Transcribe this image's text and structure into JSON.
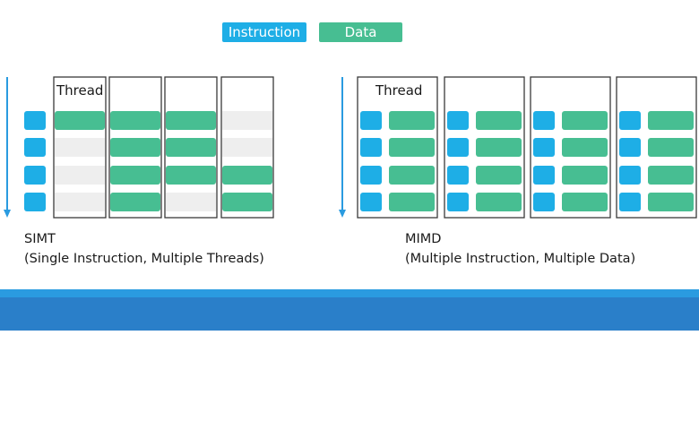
{
  "legend": {
    "instruction_label": "Instruction",
    "data_label": "Data"
  },
  "simt": {
    "column_label": "Thread",
    "title": "SIMT",
    "subtitle": "(Single Instruction, Multiple Threads)",
    "active_data": [
      [
        true,
        true,
        true,
        false
      ],
      [
        false,
        true,
        true,
        false
      ],
      [
        false,
        true,
        true,
        true
      ],
      [
        false,
        true,
        false,
        true
      ]
    ]
  },
  "mimd": {
    "column_label": "Thread",
    "title": "MIMD",
    "subtitle": "(Multiple Instruction, Multiple Data)",
    "columns": 4,
    "rows": 4
  },
  "colors": {
    "instruction": "#1eaee6",
    "data": "#47be92",
    "inactive": "#eeeeee",
    "arrow": "#2a9be0",
    "band_top": "#2a9be0",
    "band_main": "#2a7fc9",
    "thread_border": "#3a3a3a"
  }
}
